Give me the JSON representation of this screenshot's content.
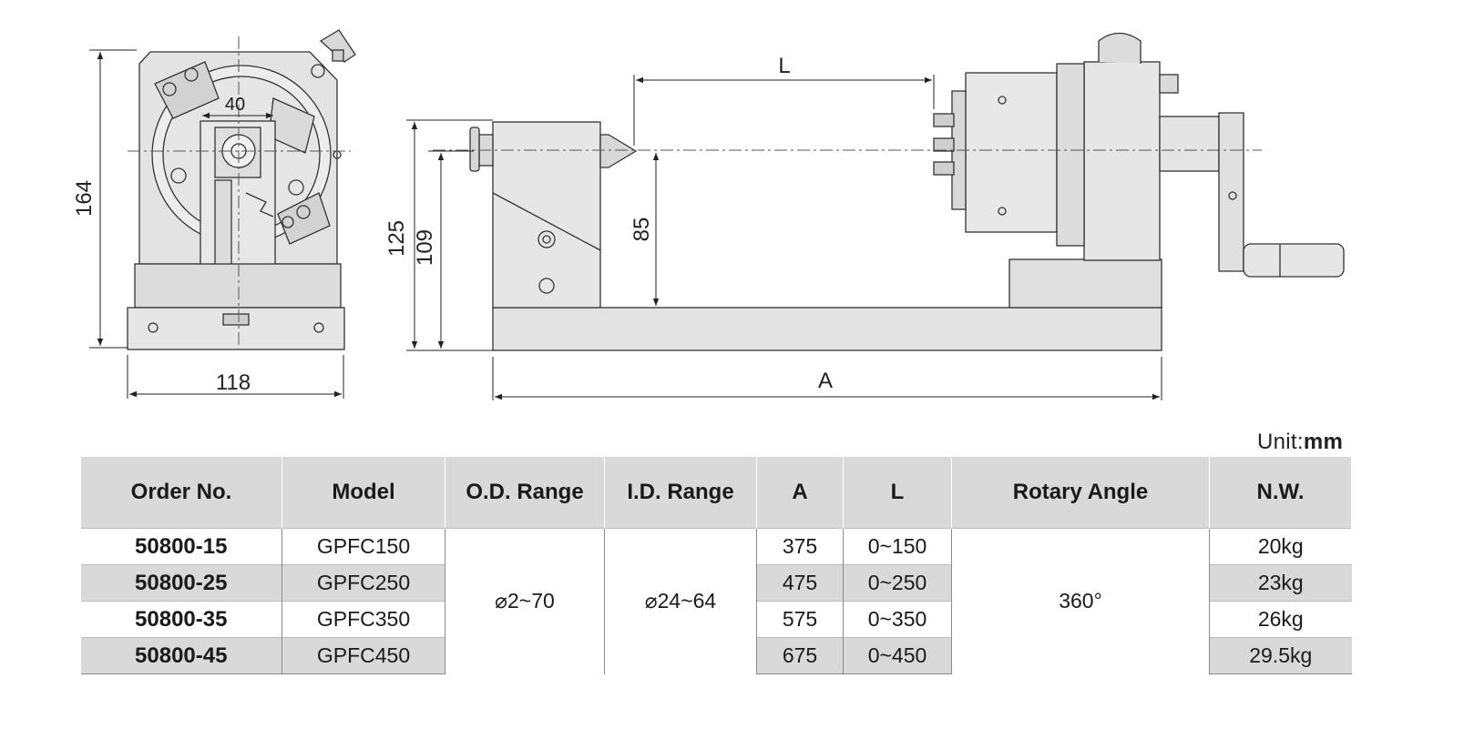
{
  "drawing": {
    "front_view": {
      "dim_height": "164",
      "dim_width": "118",
      "dim_slot": "40"
    },
    "side_view": {
      "dim_length": "L",
      "dim_total": "A",
      "dim_h1": "125",
      "dim_h2": "109",
      "dim_center": "85"
    }
  },
  "unit": {
    "label": "Unit:",
    "value": "mm"
  },
  "table": {
    "headers": [
      "Order No.",
      "Model",
      "O.D. Range",
      "I.D. Range",
      "A",
      "L",
      "Rotary Angle",
      "N.W."
    ],
    "rows": [
      {
        "order": "50800-15",
        "model": "GPFC150",
        "a": "375",
        "l": "0~150",
        "nw": "20kg"
      },
      {
        "order": "50800-25",
        "model": "GPFC250",
        "a": "475",
        "l": "0~250",
        "nw": "23kg"
      },
      {
        "order": "50800-35",
        "model": "GPFC350",
        "a": "575",
        "l": "0~350",
        "nw": "26kg"
      },
      {
        "order": "50800-45",
        "model": "GPFC450",
        "a": "675",
        "l": "0~450",
        "nw": "29.5kg"
      }
    ],
    "od_range": "⌀2~70",
    "id_range": "⌀24~64",
    "rotary_angle": "360°"
  }
}
